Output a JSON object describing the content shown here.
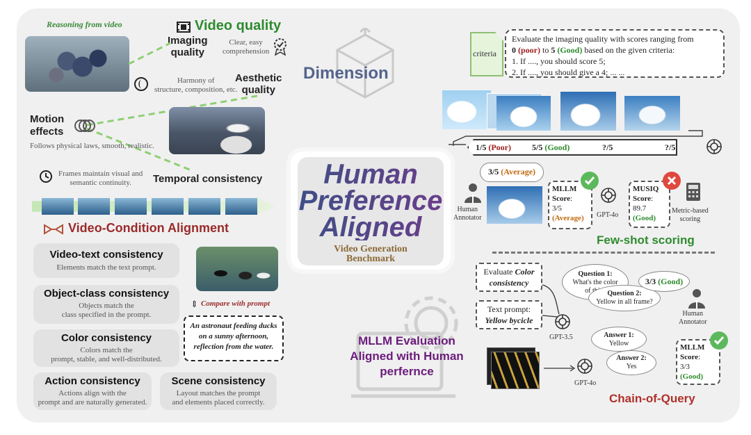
{
  "left": {
    "reasoning_label": "Reasoning from video",
    "video_quality": "Video quality",
    "imaging_quality": [
      "Imaging",
      "quality"
    ],
    "imaging_desc": [
      "Clear, easy",
      "comprehension"
    ],
    "aesthetic_quality": [
      "Aesthetic",
      "quality"
    ],
    "aesthetic_desc": [
      "Harmony of",
      "structure, composition, etc."
    ],
    "motion_effects": [
      "Motion",
      "effects"
    ],
    "motion_desc": "Follows physical laws, smooth, realistic.",
    "temporal_desc": [
      "Frames maintain visual and",
      "semantic continuity."
    ],
    "temporal_consistency": "Temporal consistency",
    "vca_title": "Video-Condition Alignment",
    "cards": {
      "video_text": {
        "title": "Video-text consistency",
        "desc": [
          "Elements match the text prompt."
        ]
      },
      "object_class": {
        "title": "Object-class consistency",
        "desc": [
          "Objects match the",
          "class specified in the prompt."
        ]
      },
      "color": {
        "title": "Color consistency",
        "desc": [
          "Colors match the",
          "prompt, stable, and well-distributed."
        ]
      },
      "action": {
        "title": "Action consistency",
        "desc": [
          "Actions align with the",
          "prompt and are naturally generated."
        ]
      },
      "scene": {
        "title": "Scene consistency",
        "desc": [
          "Layout matches the prompt",
          "and elements placed correctly."
        ]
      }
    },
    "compare_label": "Compare with prompt",
    "prompt_text": [
      "An astronaut feeding ducks",
      "on a sunny afternoon,",
      "reflection from the water."
    ]
  },
  "center": {
    "dimension": "Dimension",
    "title": [
      "Human",
      "Preference",
      "Aligned"
    ],
    "benchmark": [
      "Video Generation",
      "Benchmark"
    ],
    "mllm_eval": [
      "MLLM Evaluation",
      "Aligned with Human",
      "perfernce"
    ]
  },
  "right": {
    "criteria": "criteria",
    "instruction": {
      "line1": "Evaluate the imaging quality with scores ranging from",
      "zero": "0",
      "poor": "(poor)",
      "to": "to",
      "five": "5",
      "good": "(Good)",
      "rest": "based on the given criteria:",
      "item1": "1. If ...., you should score 5;",
      "item2": "2. If ...., you should give a 4; ... ..."
    },
    "scores": {
      "s1": "1/5",
      "s1_label": "(Poor)",
      "s2": "5/5",
      "s2_label": "(Good)",
      "s3": "?/5",
      "s4": "?/5"
    },
    "human_bubble": {
      "score": "3/5",
      "label": "(Average)"
    },
    "human_annotator": [
      "Human",
      "Annotator"
    ],
    "mllm_box": {
      "title": "MLLM",
      "score_label": "Score",
      "colon": ":",
      "value": "3/5",
      "label": "(Average)"
    },
    "gpt4o": "GPT-4o",
    "musiq_box": {
      "title": "MUSIQ",
      "score_label": "Score",
      "colon": ":",
      "value": "89.7",
      "label": "(Good)"
    },
    "metric_based": [
      "Metric-based",
      "scoring"
    ],
    "few_shot": "Few-shot scoring",
    "evaluate_color": {
      "prefix": "Evaluate",
      "italic": [
        "Color",
        "consistency"
      ]
    },
    "text_prompt": {
      "label": "Text prompt:",
      "italic": "Yellow bycicle"
    },
    "gpt35": "GPT-3.5",
    "q1": {
      "title": "Question 1:",
      "text": [
        "What's the color",
        "of this?"
      ]
    },
    "q2": {
      "title": "Question 2:",
      "text": "Yellow in all frame?"
    },
    "result_bubble": {
      "score": "3/3",
      "label": "(Good)"
    },
    "human_annotator2": [
      "Human",
      "Annotator"
    ],
    "a1": {
      "title": "Answer 1:",
      "text": "Yellow"
    },
    "a2": {
      "title": "Answer 2:",
      "text": "Yes"
    },
    "gpt4o_2": "GPT-4o",
    "mllm_box2": {
      "title": "MLLM",
      "score_label": "Score",
      "colon": ":",
      "value": "3/3",
      "label": "(Good)"
    },
    "chain_of_query": "Chain-of-Query"
  },
  "colors": {
    "green": "#2e8b2e",
    "red": "#9b1c1c",
    "orange": "#c06a10",
    "purple": "#6b1c7c",
    "title_gradient": [
      "#3f4f86",
      "#6a3d8a"
    ]
  },
  "icons": [
    "film-icon",
    "award-icon",
    "palette-icon",
    "motion-icon",
    "clock-icon",
    "alignment-icon",
    "openai-icon",
    "check-icon",
    "cross-icon",
    "calculator-icon",
    "person-icon",
    "gear-icon",
    "laptop-icon",
    "cube-icon",
    "document-icon"
  ]
}
